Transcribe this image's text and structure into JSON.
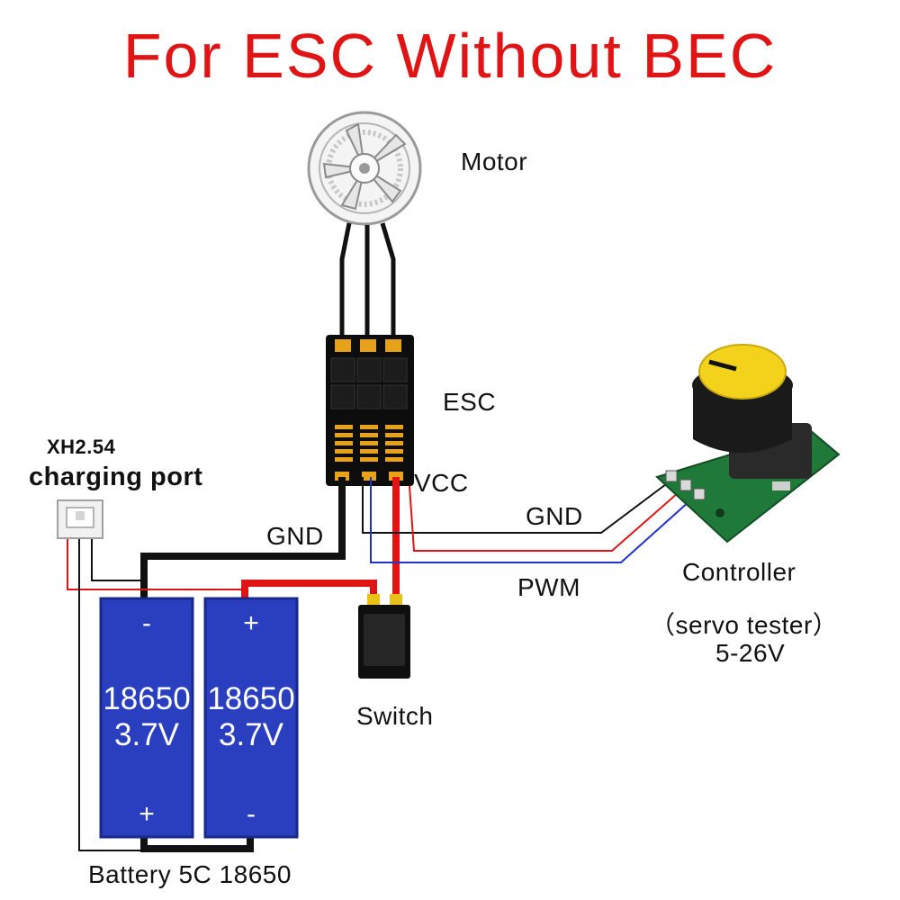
{
  "title": "For ESC Without BEC",
  "labels": {
    "motor": "Motor",
    "esc": "ESC",
    "vcc": "VCC",
    "gnd_esc": "GND",
    "gnd_ctrl": "GND",
    "pwm": "PWM",
    "controller": "Controller",
    "controller_sub": "（servo tester）",
    "controller_voltage": "5-26V",
    "charging_model": "XH2.54",
    "charging_port": "charging port",
    "switch": "Switch",
    "battery": "Battery 5C 18650"
  },
  "cells": [
    {
      "model": "18650",
      "voltage": "3.7V",
      "top_sign": "-",
      "bottom_sign": "+"
    },
    {
      "model": "18650",
      "voltage": "3.7V",
      "top_sign": "+",
      "bottom_sign": "-"
    }
  ],
  "colors": {
    "title": "#e01414",
    "battery": "#2a3fc0",
    "positive_wire": "#e01414",
    "negative_wire": "#111111",
    "signal_wire": "#2233cc",
    "knob": "#f2d21b",
    "pcb": "#1f7a3a"
  }
}
